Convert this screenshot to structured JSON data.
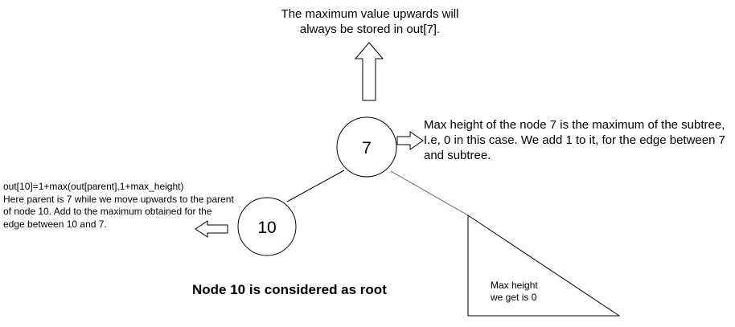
{
  "top_note": {
    "lines": [
      "The maximum value upwards will",
      "always be stored in out[7]."
    ]
  },
  "right_note": {
    "lines": [
      "Max height of the node 7 is the maximum of the subtree,",
      "I.e, 0 in this case. We add 1 to it, for the edge between 7",
      "and subtree."
    ]
  },
  "left_note": {
    "lines": [
      "out[10]=1+max(out[parent],1+max_height)",
      "Here parent is 7 while we move upwards to the parent",
      "of node 10. Add to the maximum obtained for the",
      "edge between 10 and 7."
    ]
  },
  "triangle_note": {
    "lines": [
      "Max height",
      "we get is 0"
    ]
  },
  "caption": "Node 10 is considered as root",
  "nodes": {
    "node7": "7",
    "node10": "10"
  },
  "colors": {
    "stroke": "#000000",
    "subtree_edge": "#808080",
    "background": "#ffffff"
  }
}
